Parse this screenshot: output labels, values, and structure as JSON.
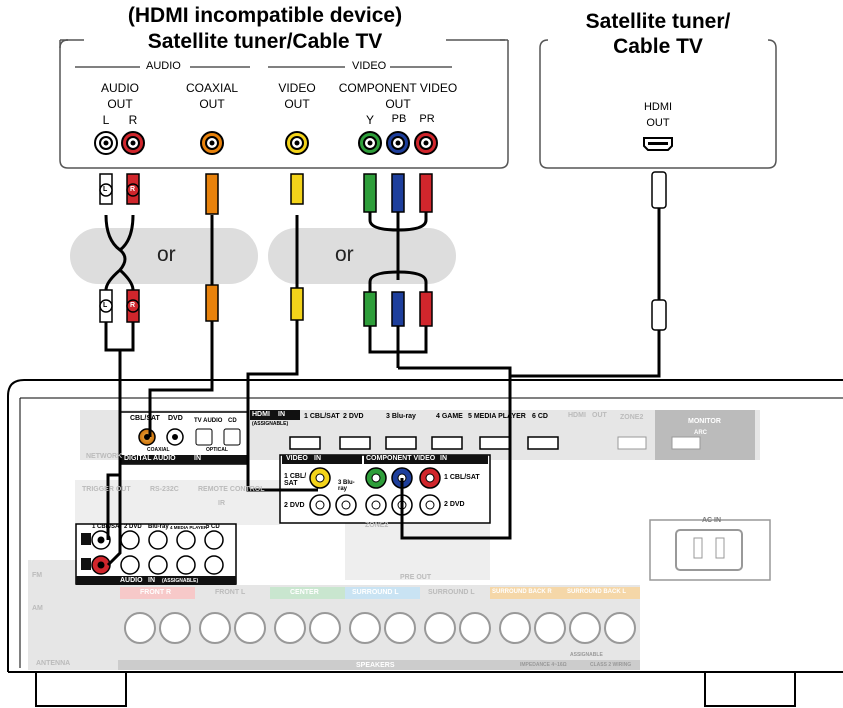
{
  "left_device": {
    "title_line1": "(HDMI incompatible device)",
    "title_line2": "Satellite tuner/Cable TV",
    "group_audio": "AUDIO",
    "group_video": "VIDEO",
    "audio_out_l1": "AUDIO",
    "audio_out_l2": "OUT",
    "coaxial_l1": "COAXIAL",
    "coaxial_l2": "OUT",
    "video_l1": "VIDEO",
    "video_l2": "OUT",
    "component_l1": "COMPONENT VIDEO",
    "component_l2": "OUT",
    "lbl_L": "L",
    "lbl_R": "R",
    "lbl_Y": "Y",
    "lbl_PB": "PB",
    "lbl_PR": "PR"
  },
  "right_device": {
    "title_line1": "Satellite tuner/",
    "title_line2": "Cable TV",
    "hdmi_l1": "HDMI",
    "hdmi_l2": "OUT"
  },
  "or_label": "or",
  "plug_L": "L",
  "plug_R": "R",
  "receiver": {
    "hdmi_in": "HDMI",
    "hdmi_in_tag": "IN",
    "assignable": "(ASSIGNABLE)",
    "hdmi_inputs": [
      "1 CBL/SAT",
      "2 DVD",
      "3 Blu-ray",
      "4 GAME",
      "5 MEDIA PLAYER",
      "6 CD"
    ],
    "hdmi_out": "HDMI",
    "hdmi_out_tag": "OUT",
    "zone2": "ZONE2",
    "monitor": "MONITOR",
    "arc": "ARC",
    "network": "NETWORK",
    "digital_audio": "DIGITAL AUDIO",
    "digital_audio_tag": "IN",
    "dig_cbl_sat": "CBL/SAT",
    "dig_dvd": "DVD",
    "dig_tv_audio": "TV AUDIO",
    "dig_cd": "CD",
    "dig_coaxial": "COAXIAL",
    "dig_optical": "OPTICAL",
    "video_in": "VIDEO",
    "video_in_tag": "IN",
    "vid_1": "1 CBL/ SAT",
    "vid_2": "2 DVD",
    "vid_3": "3 Blu-ray",
    "comp_video": "COMPONENT VIDEO",
    "comp_tag": "IN",
    "comp_1": "1 CBL/SAT",
    "comp_2": "2 DVD",
    "trigger_out": "TRIGGER OUT",
    "rs232c": "RS-232C",
    "remote_control": "REMOTE CONTROL",
    "ir": "IR",
    "audio_in": "AUDIO",
    "audio_in_tag": "IN",
    "aud_1": "1 CBL/SAT",
    "aud_2": "2 DVD",
    "aud_bluray": "Blu-ray",
    "aud_media": "4 MEDIA PLAYER",
    "aud_cd": "5 CD",
    "pre_out": "PRE OUT",
    "zone2_pre": "ZONE2",
    "ac_in": "AC IN",
    "fm": "FM",
    "am": "AM",
    "antenna": "ANTENNA",
    "speakers": "SPEAKERS",
    "spk_front_r": "FRONT R",
    "spk_front_l": "FRONT L",
    "spk_center": "CENTER",
    "spk_surround_l": "SURROUND L",
    "spk_surround_l2": "SURROUND L",
    "spk_sb_r": "SURROUND BACK R",
    "spk_sb_l": "SURROUND BACK L",
    "impedance": "IMPEDANCE 4~16Ω",
    "class2": "CLASS 2 WIRING",
    "assignable_spk": "ASSIGNABLE"
  },
  "colors": {
    "white": "#ffffff",
    "red": "#d0262c",
    "orange": "#e8820c",
    "yellow": "#f3d31a",
    "green": "#2e9e3a",
    "blue": "#1e3f9c",
    "grey_band": "#dddddd",
    "receiver_panel": "#e6e6e6"
  }
}
